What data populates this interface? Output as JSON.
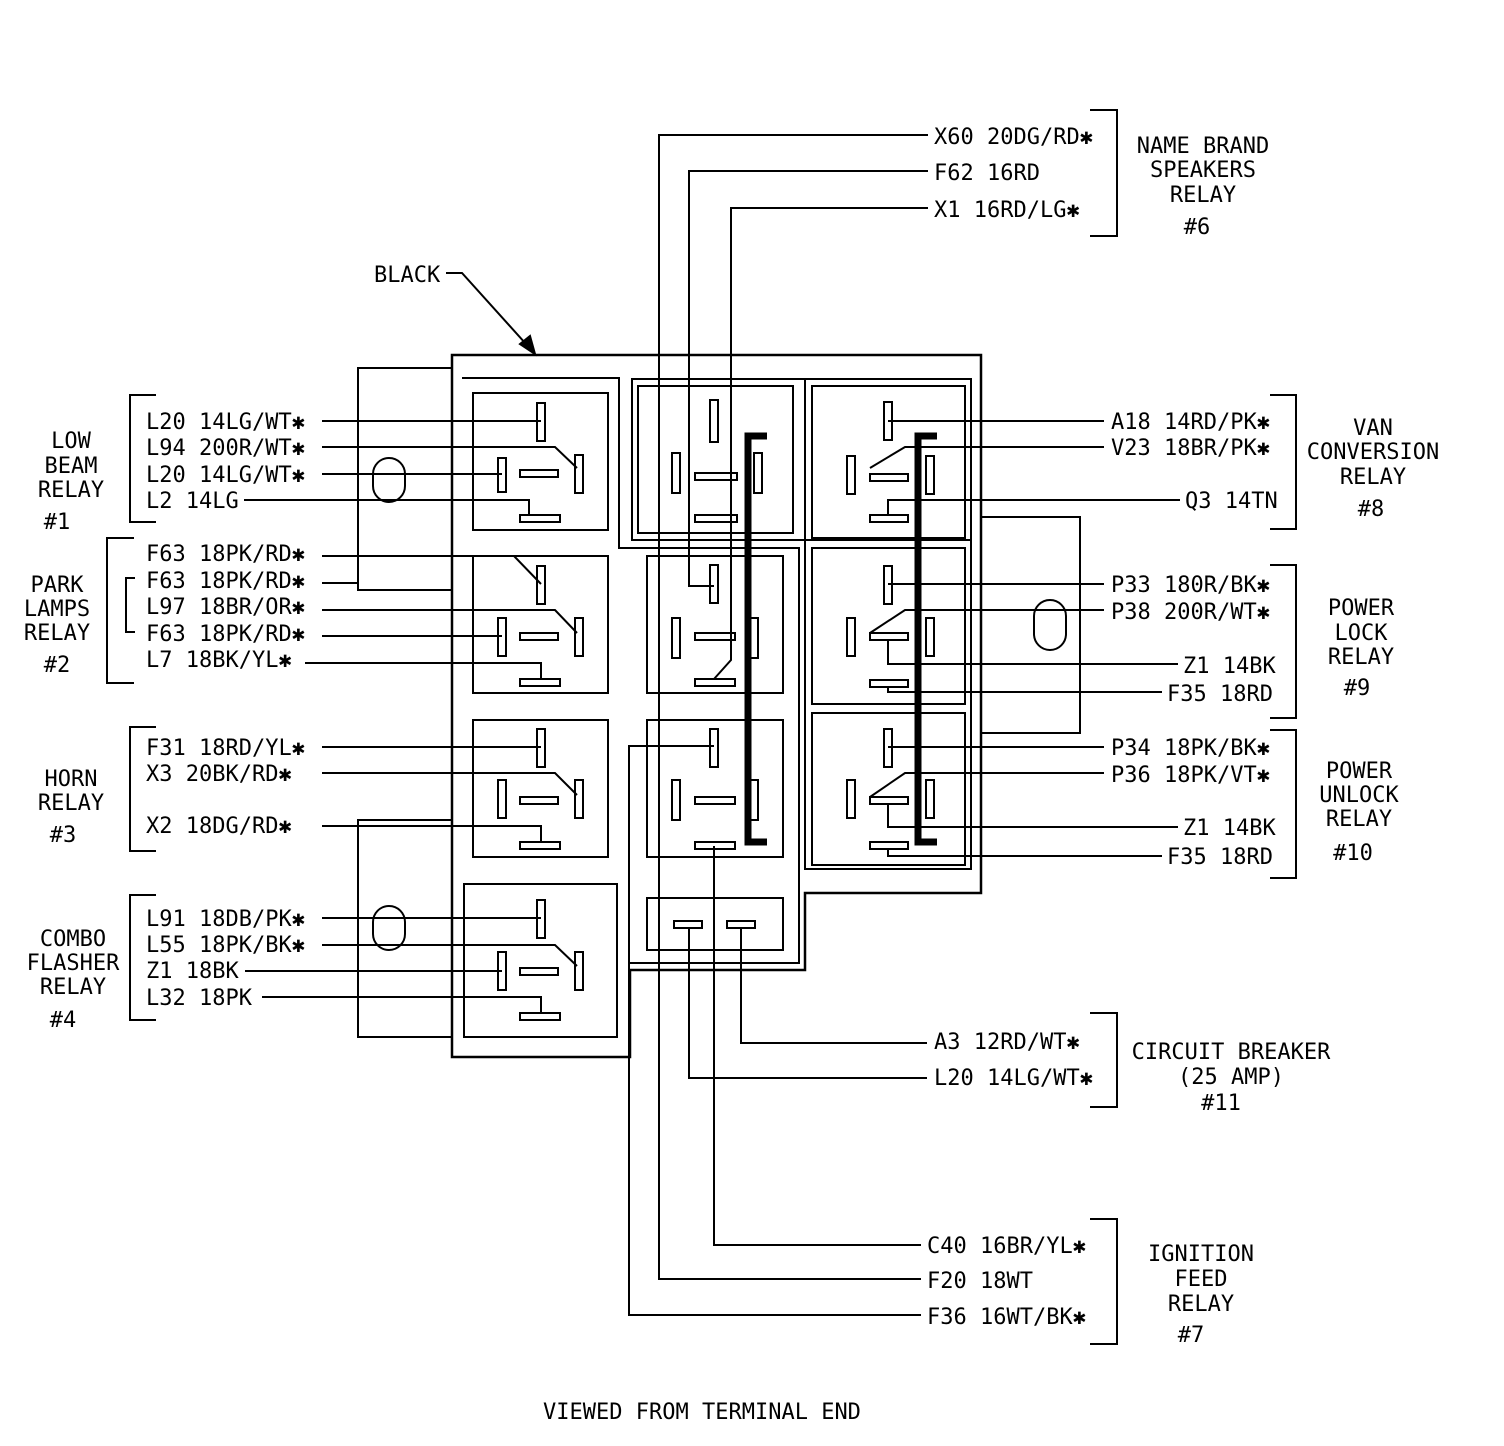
{
  "connector": {
    "color_label": "BLACK",
    "view_label": "VIEWED FROM TERMINAL END"
  },
  "relays": [
    {
      "name_lines": [
        "LOW",
        "BEAM",
        "RELAY"
      ],
      "number": "#1",
      "wires": [
        "L20 14LG/WT✱",
        "L94 200R/WT✱",
        "L20 14LG/WT✱",
        "L2 14LG"
      ]
    },
    {
      "name_lines": [
        "PARK",
        "LAMPS",
        "RELAY"
      ],
      "number": "#2",
      "wires": [
        "F63 18PK/RD✱",
        "F63 18PK/RD✱",
        "L97 18BR/OR✱",
        "F63 18PK/RD✱",
        "L7 18BK/YL✱"
      ]
    },
    {
      "name_lines": [
        "HORN",
        "RELAY"
      ],
      "number": "#3",
      "wires": [
        "F31 18RD/YL✱",
        "X3 20BK/RD✱",
        "X2 18DG/RD✱"
      ]
    },
    {
      "name_lines": [
        "COMBO",
        "FLASHER",
        "RELAY"
      ],
      "number": "#4",
      "wires": [
        "L91 18DB/PK✱",
        "L55 18PK/BK✱",
        "Z1 18BK",
        "L32 18PK"
      ]
    },
    {
      "name_lines": [
        "NAME BRAND",
        "SPEAKERS",
        "RELAY"
      ],
      "number": "#6",
      "wires": [
        "X60 20DG/RD✱",
        "F62 16RD",
        "X1 16RD/LG✱"
      ]
    },
    {
      "name_lines": [
        "IGNITION",
        "FEED",
        "RELAY"
      ],
      "number": "#7",
      "wires": [
        "C40 16BR/YL✱",
        "F20 18WT",
        "F36 16WT/BK✱"
      ]
    },
    {
      "name_lines": [
        "VAN",
        "CONVERSION",
        "RELAY"
      ],
      "number": "#8",
      "wires": [
        "A18 14RD/PK✱",
        "V23 18BR/PK✱",
        "Q3 14TN"
      ]
    },
    {
      "name_lines": [
        "POWER",
        "LOCK",
        "RELAY"
      ],
      "number": "#9",
      "wires": [
        "P33 180R/BK✱",
        "P38 200R/WT✱",
        "Z1 14BK",
        "F35 18RD"
      ]
    },
    {
      "name_lines": [
        "POWER",
        "UNLOCK",
        "RELAY"
      ],
      "number": "#10",
      "wires": [
        "P34 18PK/BK✱",
        "P36 18PK/VT✱",
        "Z1 14BK",
        "F35 18RD"
      ]
    },
    {
      "name_lines": [
        "CIRCUIT BREAKER",
        "(25 AMP)"
      ],
      "number": "#11",
      "wires": [
        "A3 12RD/WT✱",
        "L20 14LG/WT✱"
      ]
    }
  ]
}
